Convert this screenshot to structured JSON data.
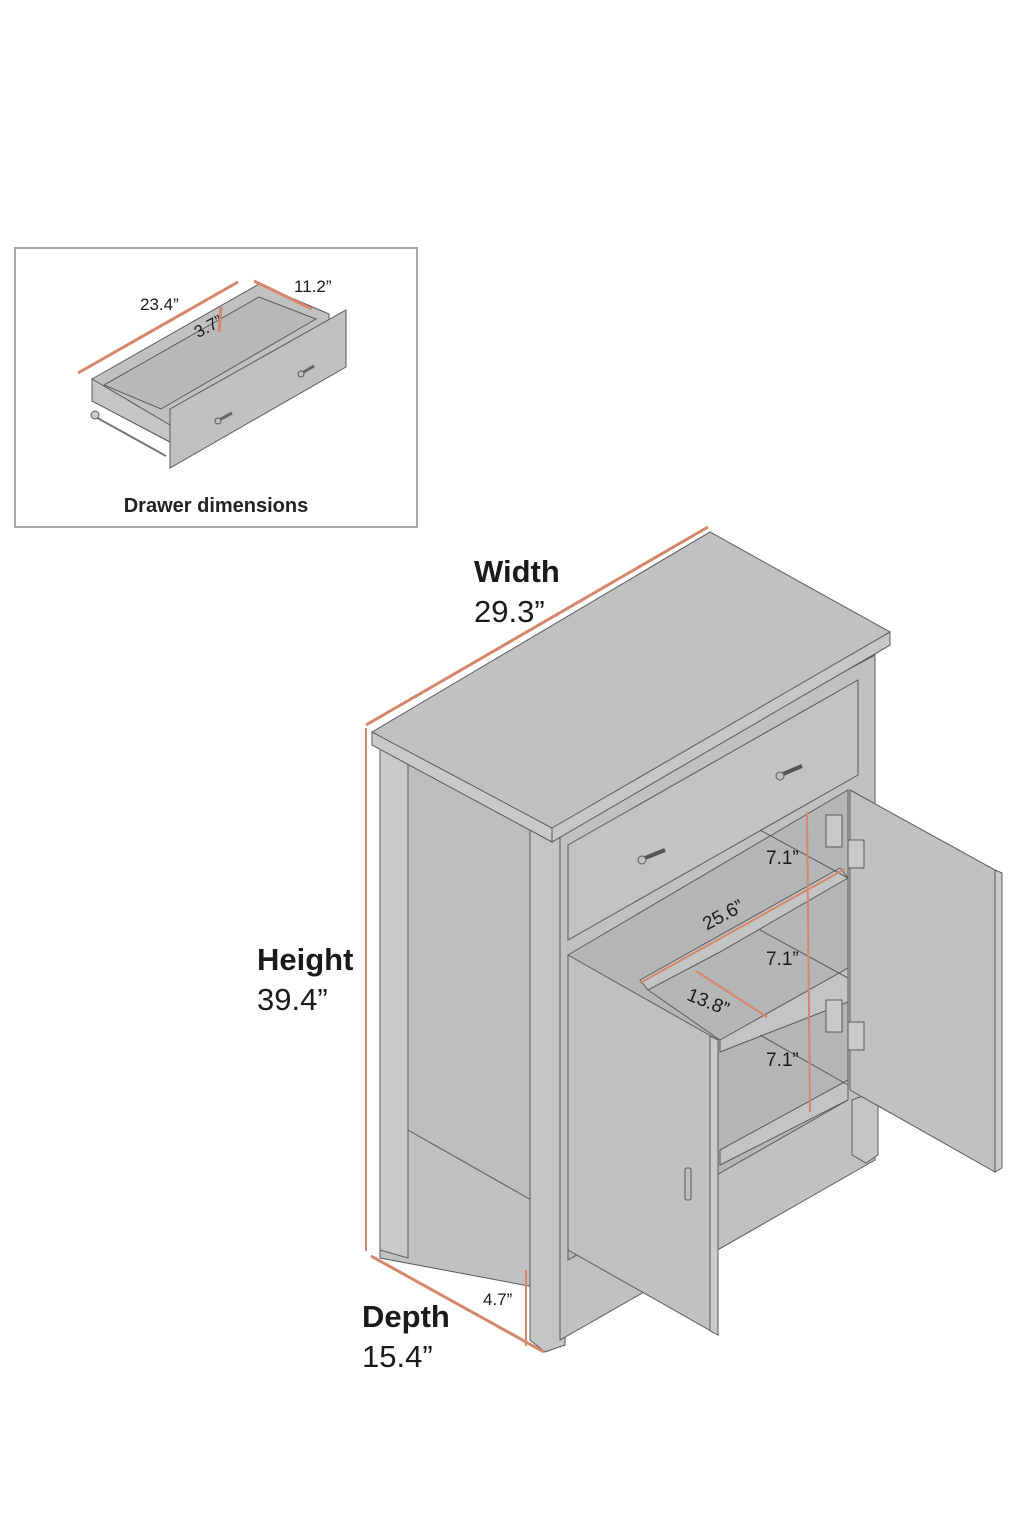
{
  "colors": {
    "furniture_fill": "#c0c1c3",
    "furniture_stroke": "#5a5a5a",
    "dimension_line": "#d4876a",
    "text": "#1a1a1a",
    "inset_border": "#a8a8a8",
    "background": "#ffffff"
  },
  "inset": {
    "caption": "Drawer dimensions",
    "dimensions": {
      "length": "23.4”",
      "width": "11.2”",
      "height": "3.7”"
    }
  },
  "main": {
    "width": {
      "title": "Width",
      "value": "29.3”"
    },
    "height": {
      "title": "Height",
      "value": "39.4”"
    },
    "depth": {
      "title": "Depth",
      "value": "15.4”"
    },
    "leg_clearance": "4.7”",
    "interior_width": "25.6”",
    "interior_depth": "13.8”",
    "shelf_heights": [
      "7.1”",
      "7.1”",
      "7.1”"
    ]
  }
}
